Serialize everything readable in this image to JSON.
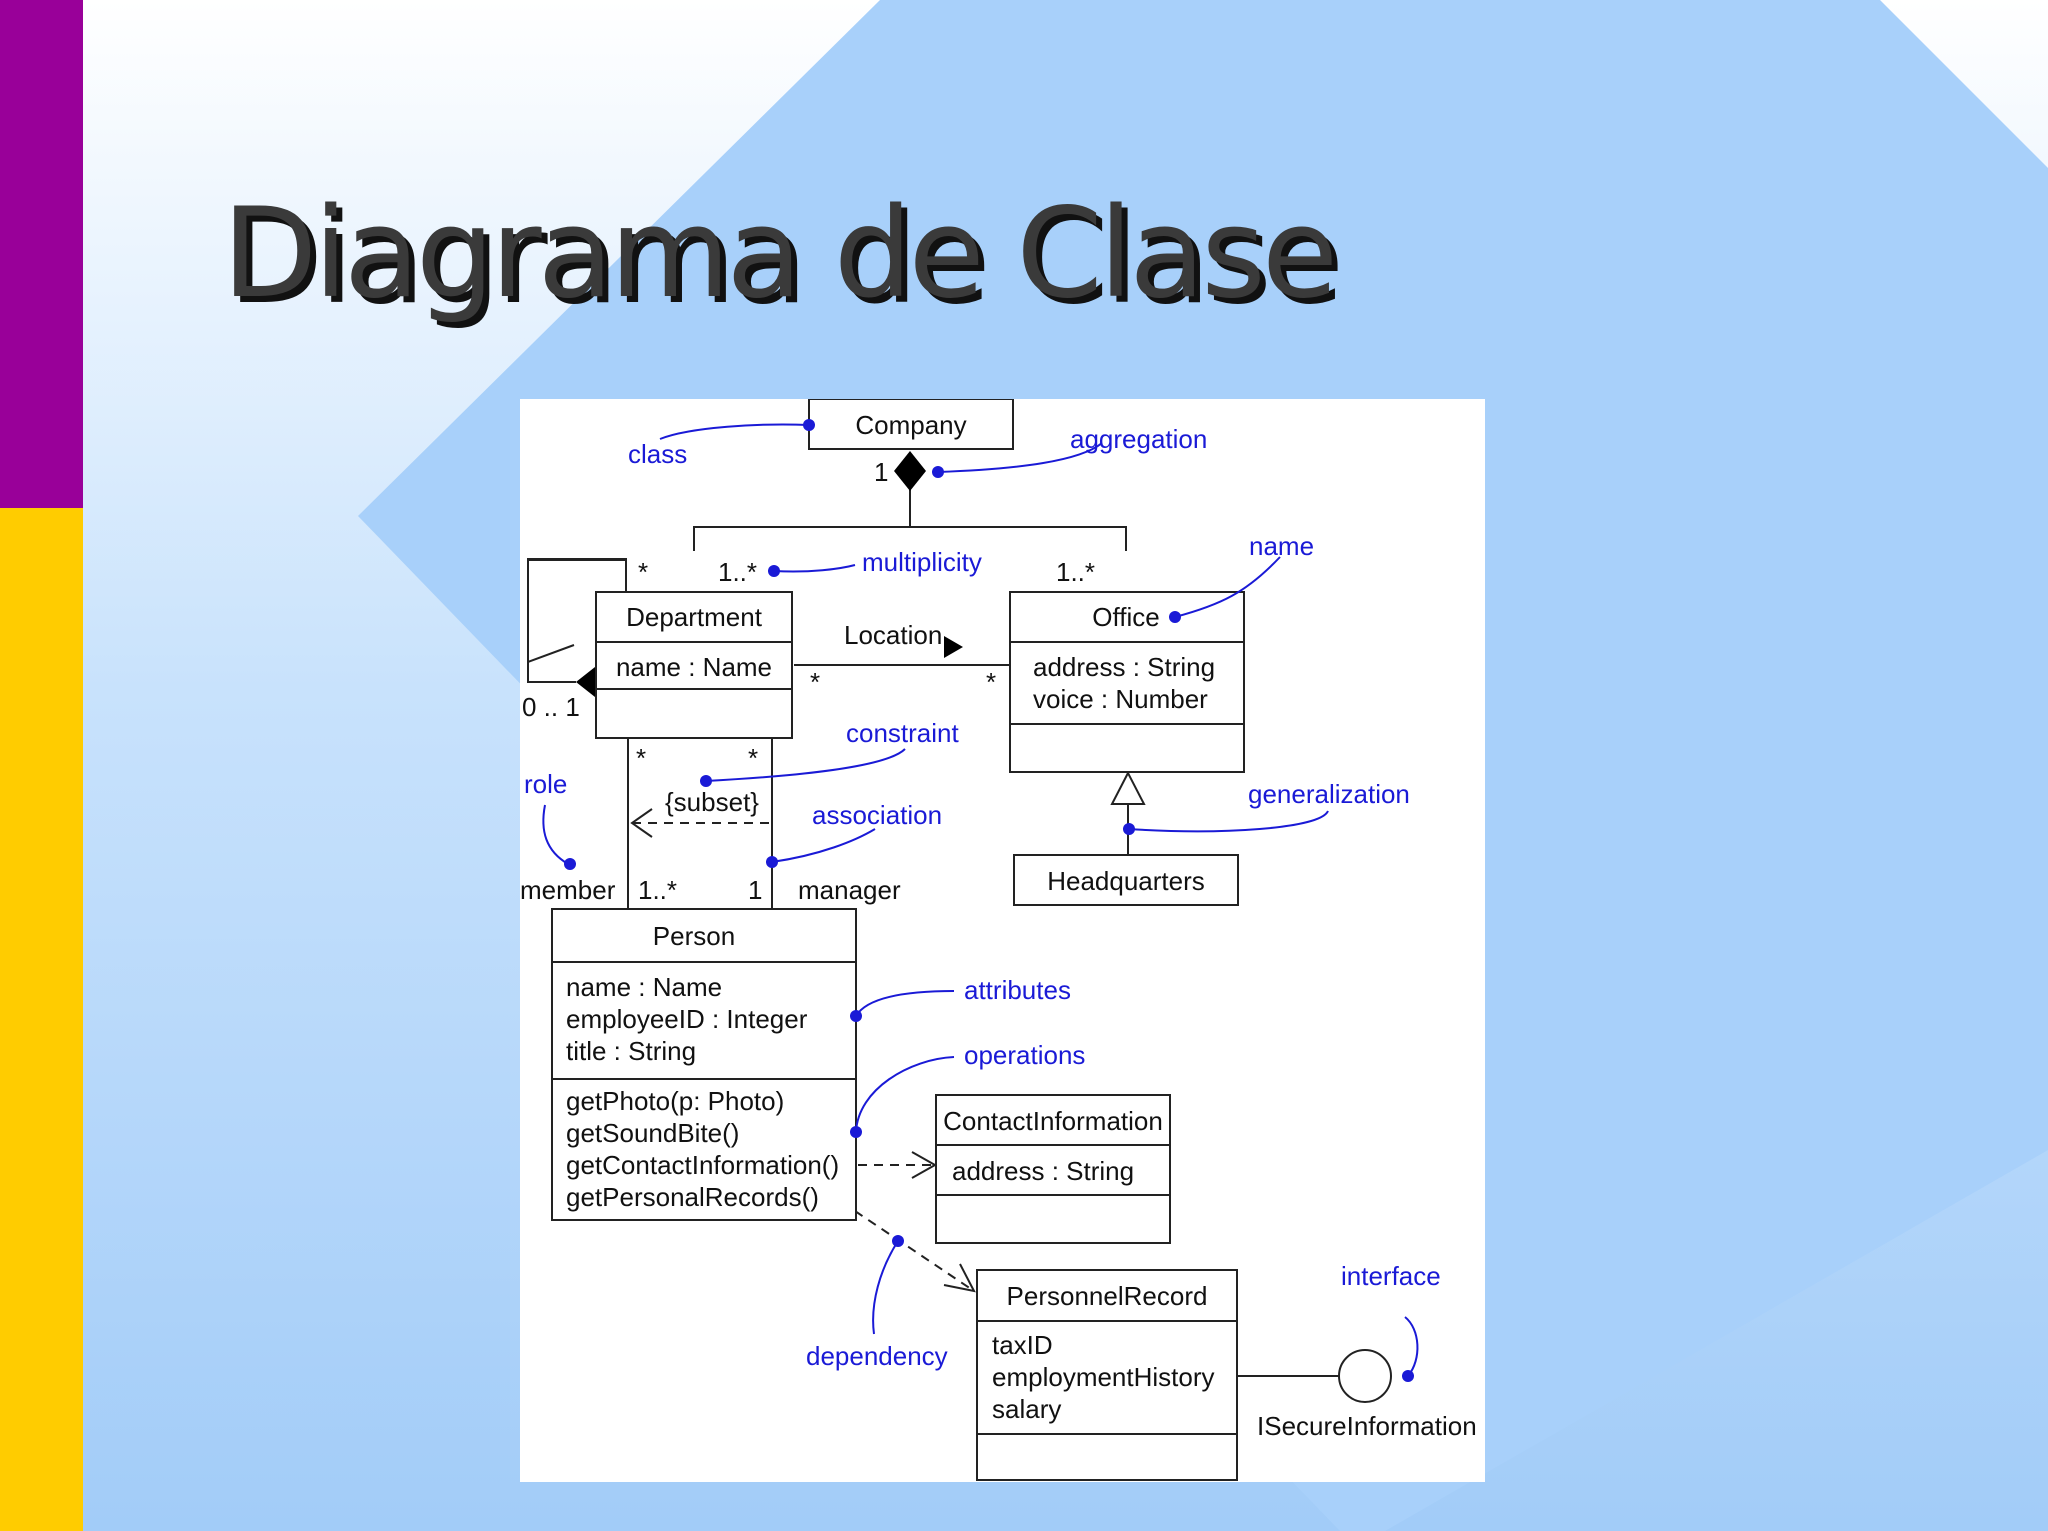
{
  "slide": {
    "title": "Diagrama de Clase",
    "colors": {
      "sidebar_top": "#990099",
      "sidebar_bottom": "#ffcc00",
      "background": "#a8d0fa",
      "annotation": "#1a1ad6"
    }
  },
  "diagram": {
    "classes": {
      "company": {
        "name": "Company"
      },
      "department": {
        "name": "Department",
        "attributes": [
          "name : Name"
        ]
      },
      "office": {
        "name": "Office",
        "attributes": [
          "address : String",
          "voice : Number"
        ]
      },
      "headquarters": {
        "name": "Headquarters"
      },
      "person": {
        "name": "Person",
        "attributes": [
          "name : Name",
          "employeeID : Integer",
          "title : String"
        ],
        "operations": [
          "getPhoto(p: Photo)",
          "getSoundBite()",
          "getContactInformation()",
          "getPersonalRecords()"
        ]
      },
      "contact_information": {
        "name": "ContactInformation",
        "attributes": [
          "address : String"
        ]
      },
      "personnel_record": {
        "name": "PersonnelRecord",
        "attributes": [
          "taxID",
          "employmentHistory",
          "salary"
        ]
      }
    },
    "interface_name": "ISecureInformation",
    "association_name": "Location",
    "constraint_text": "{subset}",
    "multiplicities": {
      "company_one": "1",
      "company_department": "1..*",
      "company_office": "1..*",
      "department_self_star": "*",
      "department_self_range": "0 .. 1",
      "location_department": "*",
      "location_office": "*",
      "dept_member_star": "*",
      "dept_manager_star": "*",
      "member_end": "1..*",
      "manager_end": "1"
    },
    "role_labels": {
      "member": "member",
      "manager": "manager"
    },
    "annotations": {
      "class": "class",
      "aggregation": "aggregation",
      "multiplicity": "multiplicity",
      "name": "name",
      "constraint": "constraint",
      "role": "role",
      "association": "association",
      "generalization": "generalization",
      "attributes": "attributes",
      "operations": "operations",
      "dependency": "dependency",
      "interface": "interface"
    }
  }
}
